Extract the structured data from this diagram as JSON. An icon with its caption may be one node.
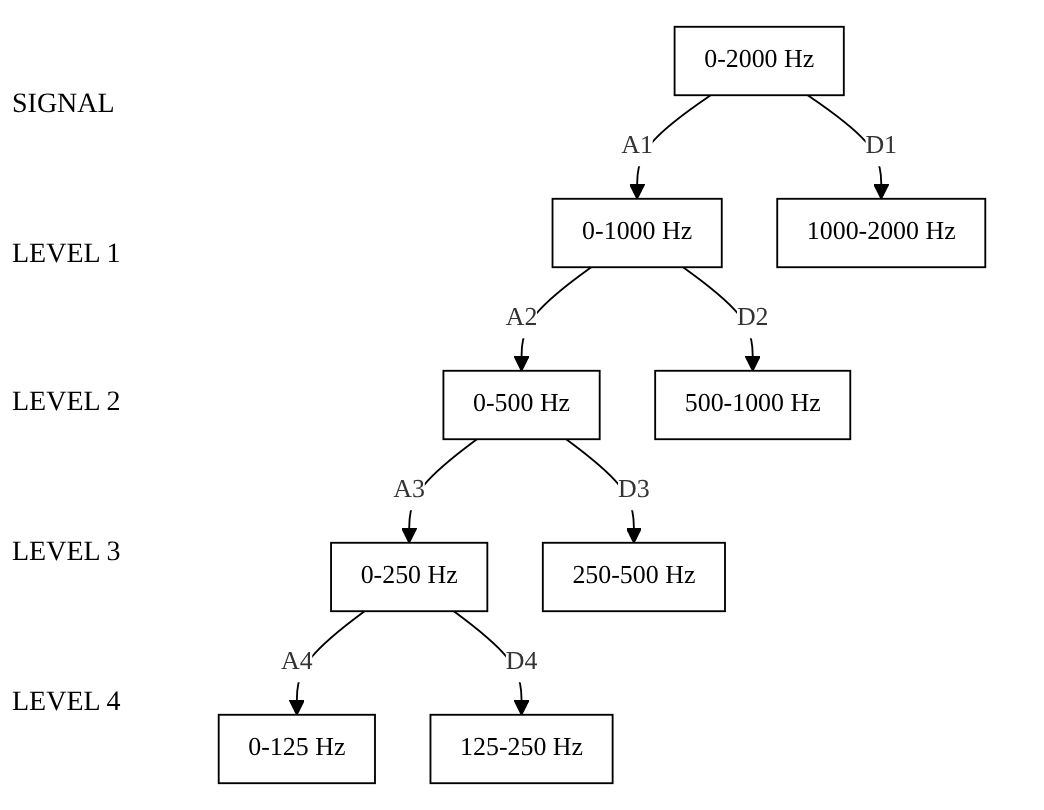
{
  "diagram": {
    "nodes": [
      {
        "text": [
          "0-2000 Hz"
        ]
      },
      {
        "text": [
          "0-1000 Hz"
        ]
      },
      {
        "text": [
          "1000-2000 Hz"
        ]
      },
      {
        "text": [
          "0-500 Hz"
        ]
      },
      {
        "text": [
          "500-1000 Hz"
        ]
      },
      {
        "text": [
          "0-250 Hz"
        ]
      },
      {
        "text": [
          "250-500 Hz"
        ]
      },
      {
        "text": [
          "0-125 Hz"
        ]
      },
      {
        "text": [
          "125-250 Hz"
        ]
      }
    ],
    "edges": [
      {
        "from": 0,
        "to": 1,
        "arrow": "to",
        "label": "A1"
      },
      {
        "from": 0,
        "to": 2,
        "arrow": "to",
        "label": "D1"
      },
      {
        "from": 1,
        "to": 3,
        "arrow": "to",
        "label": "A2"
      },
      {
        "from": 1,
        "to": 4,
        "arrow": "to",
        "label": "D2"
      },
      {
        "from": 3,
        "to": 5,
        "arrow": "to",
        "label": "A3"
      },
      {
        "from": 3,
        "to": 6,
        "arrow": "to",
        "label": "D3"
      },
      {
        "from": 5,
        "to": 7,
        "arrow": "to",
        "label": "A4"
      },
      {
        "from": 5,
        "to": 8,
        "arrow": "to",
        "label": "D4"
      }
    ],
    "labels": [
      "SIGNAL",
      "LEVEL 1",
      "LEVEL 2",
      "LEVEL 3",
      "LEVEL 4"
    ]
  }
}
